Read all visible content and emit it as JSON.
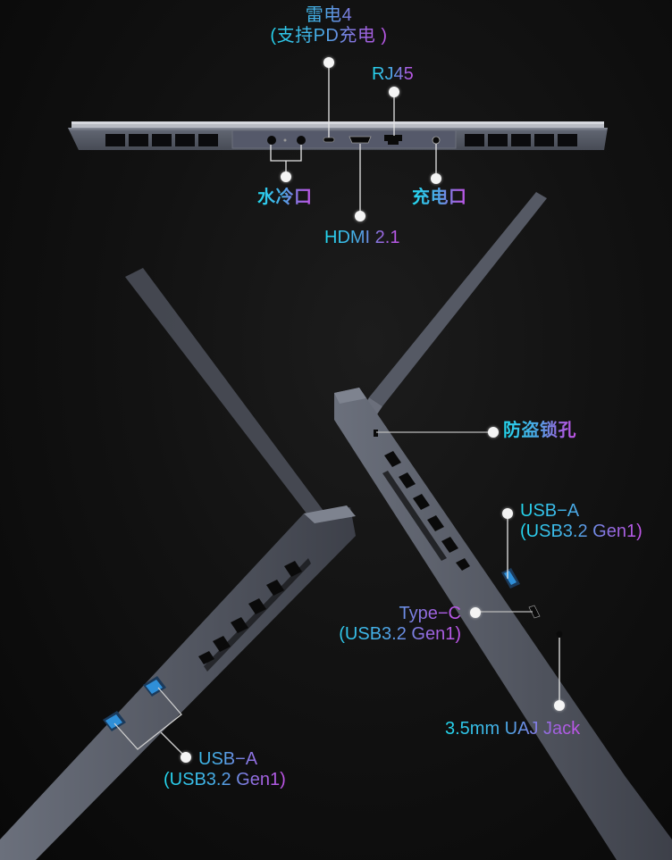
{
  "rear_view": {
    "callouts": {
      "thunderbolt": {
        "line1": "雷电4",
        "line2": "(支持PD充电 )"
      },
      "rj45": {
        "line1": "RJ45"
      },
      "water_cooling": {
        "line1": "水冷口"
      },
      "charging": {
        "line1": "充电口"
      },
      "hdmi": {
        "line1": "HDMI 2.1"
      }
    }
  },
  "right_side_view": {
    "callouts": {
      "lock": {
        "line1": "防盗锁孔"
      },
      "usb_a": {
        "line1": "USB−A",
        "line2": "(USB3.2 Gen1)"
      },
      "type_c": {
        "line1": "Type−C",
        "line2": "(USB3.2 Gen1)"
      },
      "audio": {
        "line1": "3.5mm UAJ Jack"
      }
    }
  },
  "left_side_view": {
    "callouts": {
      "usb_a": {
        "line1": "USB−A",
        "line2": "(USB3.2 Gen1)"
      }
    }
  },
  "colors": {
    "gradient_start": "#22d8ee",
    "gradient_mid": "#4aa9e6",
    "gradient_end": "#c154e8",
    "chassis": "#5a5f6b",
    "background": "#121212",
    "usb_port_blue": "#2f8fd8"
  }
}
